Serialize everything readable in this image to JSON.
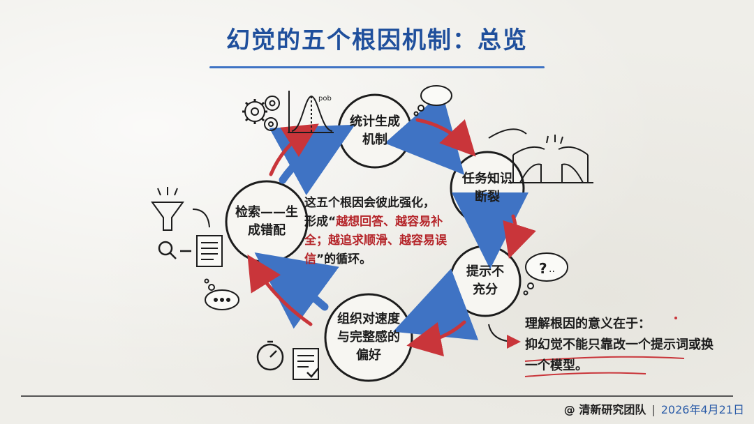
{
  "title": "幻觉的五个根因机制：总览",
  "nodes": {
    "statistical": "统计生成机制",
    "knowledge": "任务知识断裂",
    "prompt": "提示不充分",
    "preference": "组织对速度与完整感的偏好",
    "retrieval": "检索——生成错配"
  },
  "center": {
    "line1": "这五个根因会彼此强化，",
    "line2_prefix": "形成“",
    "highlight": "越想回答、越容易补全；越追求顺滑、越容易误信",
    "suffix": "”的循环。"
  },
  "note": {
    "line1": "理解根因的意义在于：",
    "line2": "抑幻觉不能只靠改一个提示词或换一个模型。"
  },
  "icons": {
    "gears": "gears-icon",
    "chart": "distribution-chart-icon",
    "chart_label": "pob"
  },
  "footer": {
    "team": "@ 清新研究团队",
    "date": "2026年4月21日"
  },
  "colors": {
    "title": "#1f4f9c",
    "blue_arrow": "#3f73c4",
    "red_arrow": "#c9353a",
    "highlight": "#b5252a"
  }
}
